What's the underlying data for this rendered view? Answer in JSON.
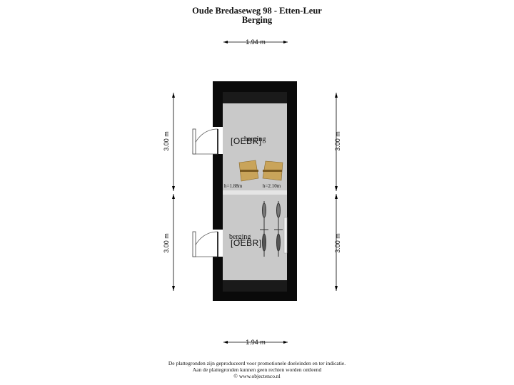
{
  "header": {
    "title": "Oude Bredaseweg 98 - Etten-Leur",
    "subtitle": "Berging"
  },
  "dimensions": {
    "top_width": "1.94 m",
    "bottom_width": "1.94 m",
    "left_upper": "3.00 m",
    "left_lower": "3.00 m",
    "right_upper": "3.00 m",
    "right_lower": "3.00 m"
  },
  "rooms": {
    "upper": {
      "name": "berging",
      "tag": "[OEBR]",
      "height_left": "h=1.88m",
      "height_right": "h=2.10m"
    },
    "lower": {
      "name": "berging",
      "tag": "[OEBR]"
    }
  },
  "footer": {
    "line1": "De plattegronden zijn geproduceerd voor promotionele doeleinden en ter indicatie.",
    "line2": "Aan de plattegronden kunnen geen rechten worden ontleend",
    "line3": "© www.objectenco.nl"
  },
  "colors": {
    "wall": "#0a0a0a",
    "floor": "#c9c9c9",
    "furniture": "#c9a45a"
  }
}
